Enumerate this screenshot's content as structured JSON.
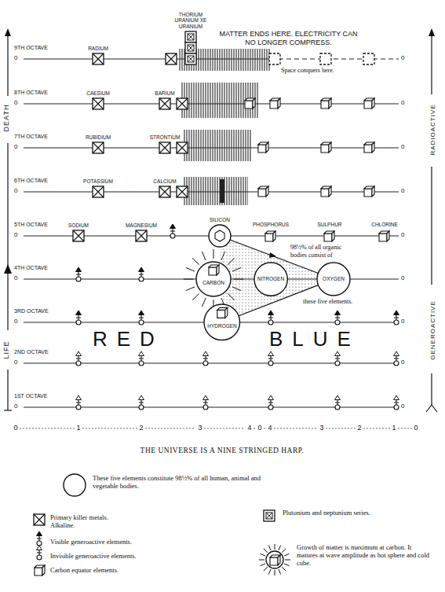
{
  "diagram": {
    "caption": "THE UNIVERSE IS A NINE STRINGED HARP.",
    "nodes": [
      {
        "text": [
          "RADIUM"
        ]
      },
      {
        "text": [
          "THORIUM URANIUM XE URANIUM"
        ]
      },
      {
        "text": [
          "CAESIUM"
        ]
      },
      {
        "text": [
          "BARIUM"
        ]
      },
      {
        "text": [
          "RUBIDIUM"
        ]
      },
      {
        "text": [
          "STRONTIUM"
        ]
      },
      {
        "text": [
          "POTASSIUM"
        ]
      },
      {
        "text": [
          "CALCIUM"
        ]
      },
      {
        "text": [
          "SODIUM"
        ]
      },
      {
        "text": [
          "MAGNESIUM"
        ]
      },
      {
        "text": [
          "SILICON"
        ]
      },
      {
        "text": [
          "PHOSPHORUS"
        ]
      },
      {
        "text": [
          "SULPHUR"
        ]
      },
      {
        "text": [
          "CHLORINE"
        ]
      },
      {
        "text": [
          "CARBON"
        ]
      },
      {
        "text": [
          "NITROGEN"
        ]
      },
      {
        "text": [
          "OXYGEN"
        ]
      },
      {
        "text": [
          "HYDROGEN"
        ]
      }
    ],
    "edges": [
      {
        "from": 10,
        "to": 16,
        "arrow": "none"
      },
      {
        "from": 17,
        "to": 16,
        "arrow": "none"
      }
    ],
    "labels": [
      "9TH OCTAVE",
      "0",
      "0",
      "8TH OCTAVE",
      "0",
      "0",
      "7TH OCTAVE",
      "0",
      "0",
      "6TH OCTAVE",
      "0",
      "0",
      "5TH OCTAVE",
      "0",
      "0",
      "4TH OCTAVE",
      "0",
      "0",
      "3RD OCTAVE",
      "0",
      "0",
      "2ND OCTAVE",
      "0",
      "0",
      "1ST OCTAVE",
      "0",
      "0",
      "MATTER ENDS HERE. ELECTRICITY CAN NO LONGER COMPRESS.",
      "Space conquers here.",
      "98½% of all organic bodies consist of",
      "these five elements.",
      "DEATH",
      "LIFE",
      "RADIOACTIVE",
      "GENEROACTIVE",
      "RED",
      "BLUE",
      "0",
      "1",
      "2",
      "3",
      "4",
      "0",
      "4",
      "3",
      "2",
      "1",
      "0"
    ],
    "legend": [
      {
        "text": "These five elements constitute 98½% of all human, animal and vegetable bodies."
      },
      {
        "text": "Plutonium and neptunium series."
      },
      {
        "text": "Primary killer metals. Alkaline."
      },
      {
        "text": "Visible generoactive elements."
      },
      {
        "text": "Invisible generoactive elements."
      },
      {
        "text": "Carbon equator elements."
      },
      {
        "text": "Growth of matter is maximum at carbon. It matures at wave amplitude as hot sphere and cold cube."
      }
    ]
  }
}
